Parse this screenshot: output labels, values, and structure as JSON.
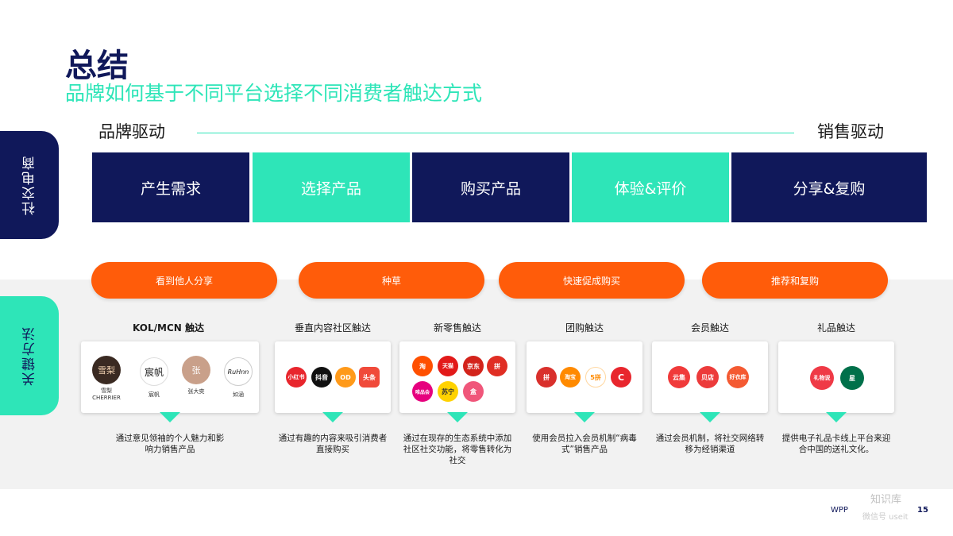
{
  "title": "总结",
  "subtitle": "品牌如何基于不同平台选择不同消费者触达方式",
  "side_tabs": {
    "social": "社交电商",
    "method": "关键方法"
  },
  "axis": {
    "left": "品牌驱动",
    "right": "销售驱动"
  },
  "stages": [
    "产生需求",
    "选择产品",
    "购买产品",
    "体验&评价",
    "分享&复购"
  ],
  "pills": [
    "看到他人分享",
    "种草",
    "快速促成购买",
    "推荐和复购"
  ],
  "columns": [
    {
      "label": "KOL/MCN 触达",
      "desc": "通过意见领袖的个人魅力和影响力销售产品"
    },
    {
      "label": "垂直内容社区触达",
      "desc": "通过有趣的内容来吸引消费者直接购买"
    },
    {
      "label": "新零售触达",
      "desc": "通过在现存的生态系统中添加社区社交功能，将零售转化为社交"
    },
    {
      "label": "团购触达",
      "desc": "使用会员拉入会员机制“病毒式”销售产品"
    },
    {
      "label": "会员触达",
      "desc": "通过会员机制，将社交网络转移为经销渠道"
    },
    {
      "label": "礼品触达",
      "desc": "提供电子礼品卡线上平台来迎合中国的送礼文化。"
    }
  ],
  "kols": [
    {
      "name": "雪梨\nCHERRIER",
      "mark": "雪梨"
    },
    {
      "name": "宸帆",
      "mark": "宸帆"
    },
    {
      "name": "张大奕",
      "mark": "张"
    },
    {
      "name": "如涵",
      "mark": "RuHnn"
    }
  ],
  "logos": {
    "community": [
      "小红书",
      "抖音",
      "OD",
      "头条"
    ],
    "retail": [
      "淘",
      "天猫",
      "京东",
      "拼",
      "唯品会",
      "苏宁",
      "盒"
    ],
    "group": [
      "拼",
      "淘宝",
      "5拼",
      "C"
    ],
    "member": [
      "云集",
      "贝店",
      "好衣库"
    ],
    "gift": [
      "礼物说",
      "星"
    ]
  },
  "colors": {
    "navy": "#10185a",
    "mint": "#2ee5b8",
    "orange": "#ff5c0a"
  },
  "footer": {
    "brand": "WPP",
    "page": "15",
    "watermark": "知识库",
    "watermark_sub": "微信号 useit"
  }
}
